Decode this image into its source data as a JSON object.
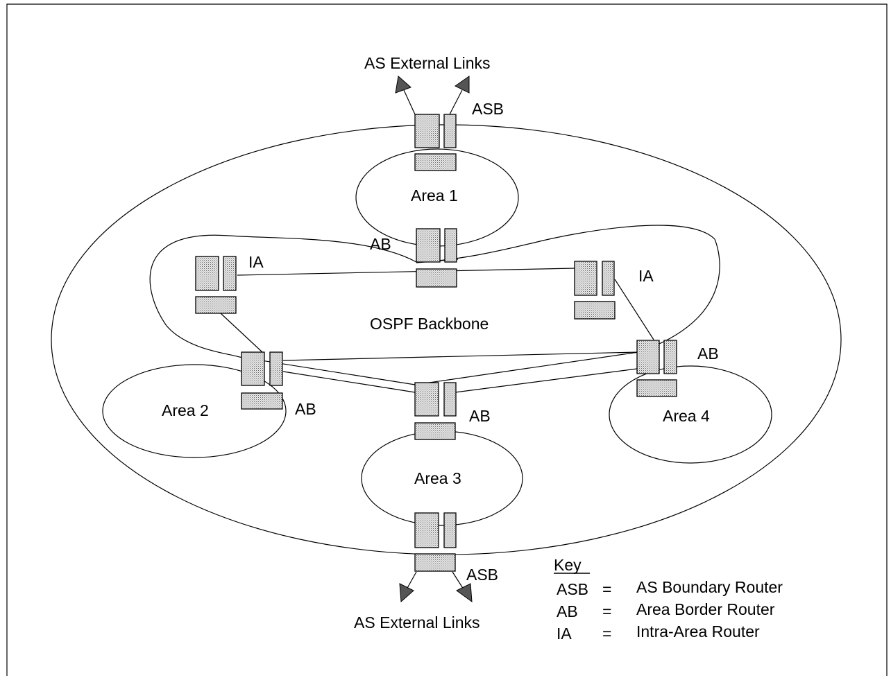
{
  "labels": {
    "ext_top": "AS External Links",
    "ext_bottom": "AS External Links",
    "asb_top": "ASB",
    "asb_bottom": "ASB",
    "area1": "Area 1",
    "area2": "Area 2",
    "area3": "Area 3",
    "area4": "Area 4",
    "backbone": "OSPF Backbone",
    "ab_top": "AB",
    "ab_left": "AB",
    "ab_bottom": "AB",
    "ab_right": "AB",
    "ia_left": "IA",
    "ia_right": "IA"
  },
  "key": {
    "title": "Key",
    "rows": [
      {
        "abbr": "ASB",
        "eq": "=",
        "desc": "AS Boundary Router"
      },
      {
        "abbr": "AB",
        "eq": "=",
        "desc": "Area Border Router"
      },
      {
        "abbr": "IA",
        "eq": "=",
        "desc": "Intra-Area Router"
      }
    ]
  },
  "colors": {
    "stroke": "#000000",
    "router_fill": "#d8d8d8",
    "arrow_fill": "#555555"
  }
}
